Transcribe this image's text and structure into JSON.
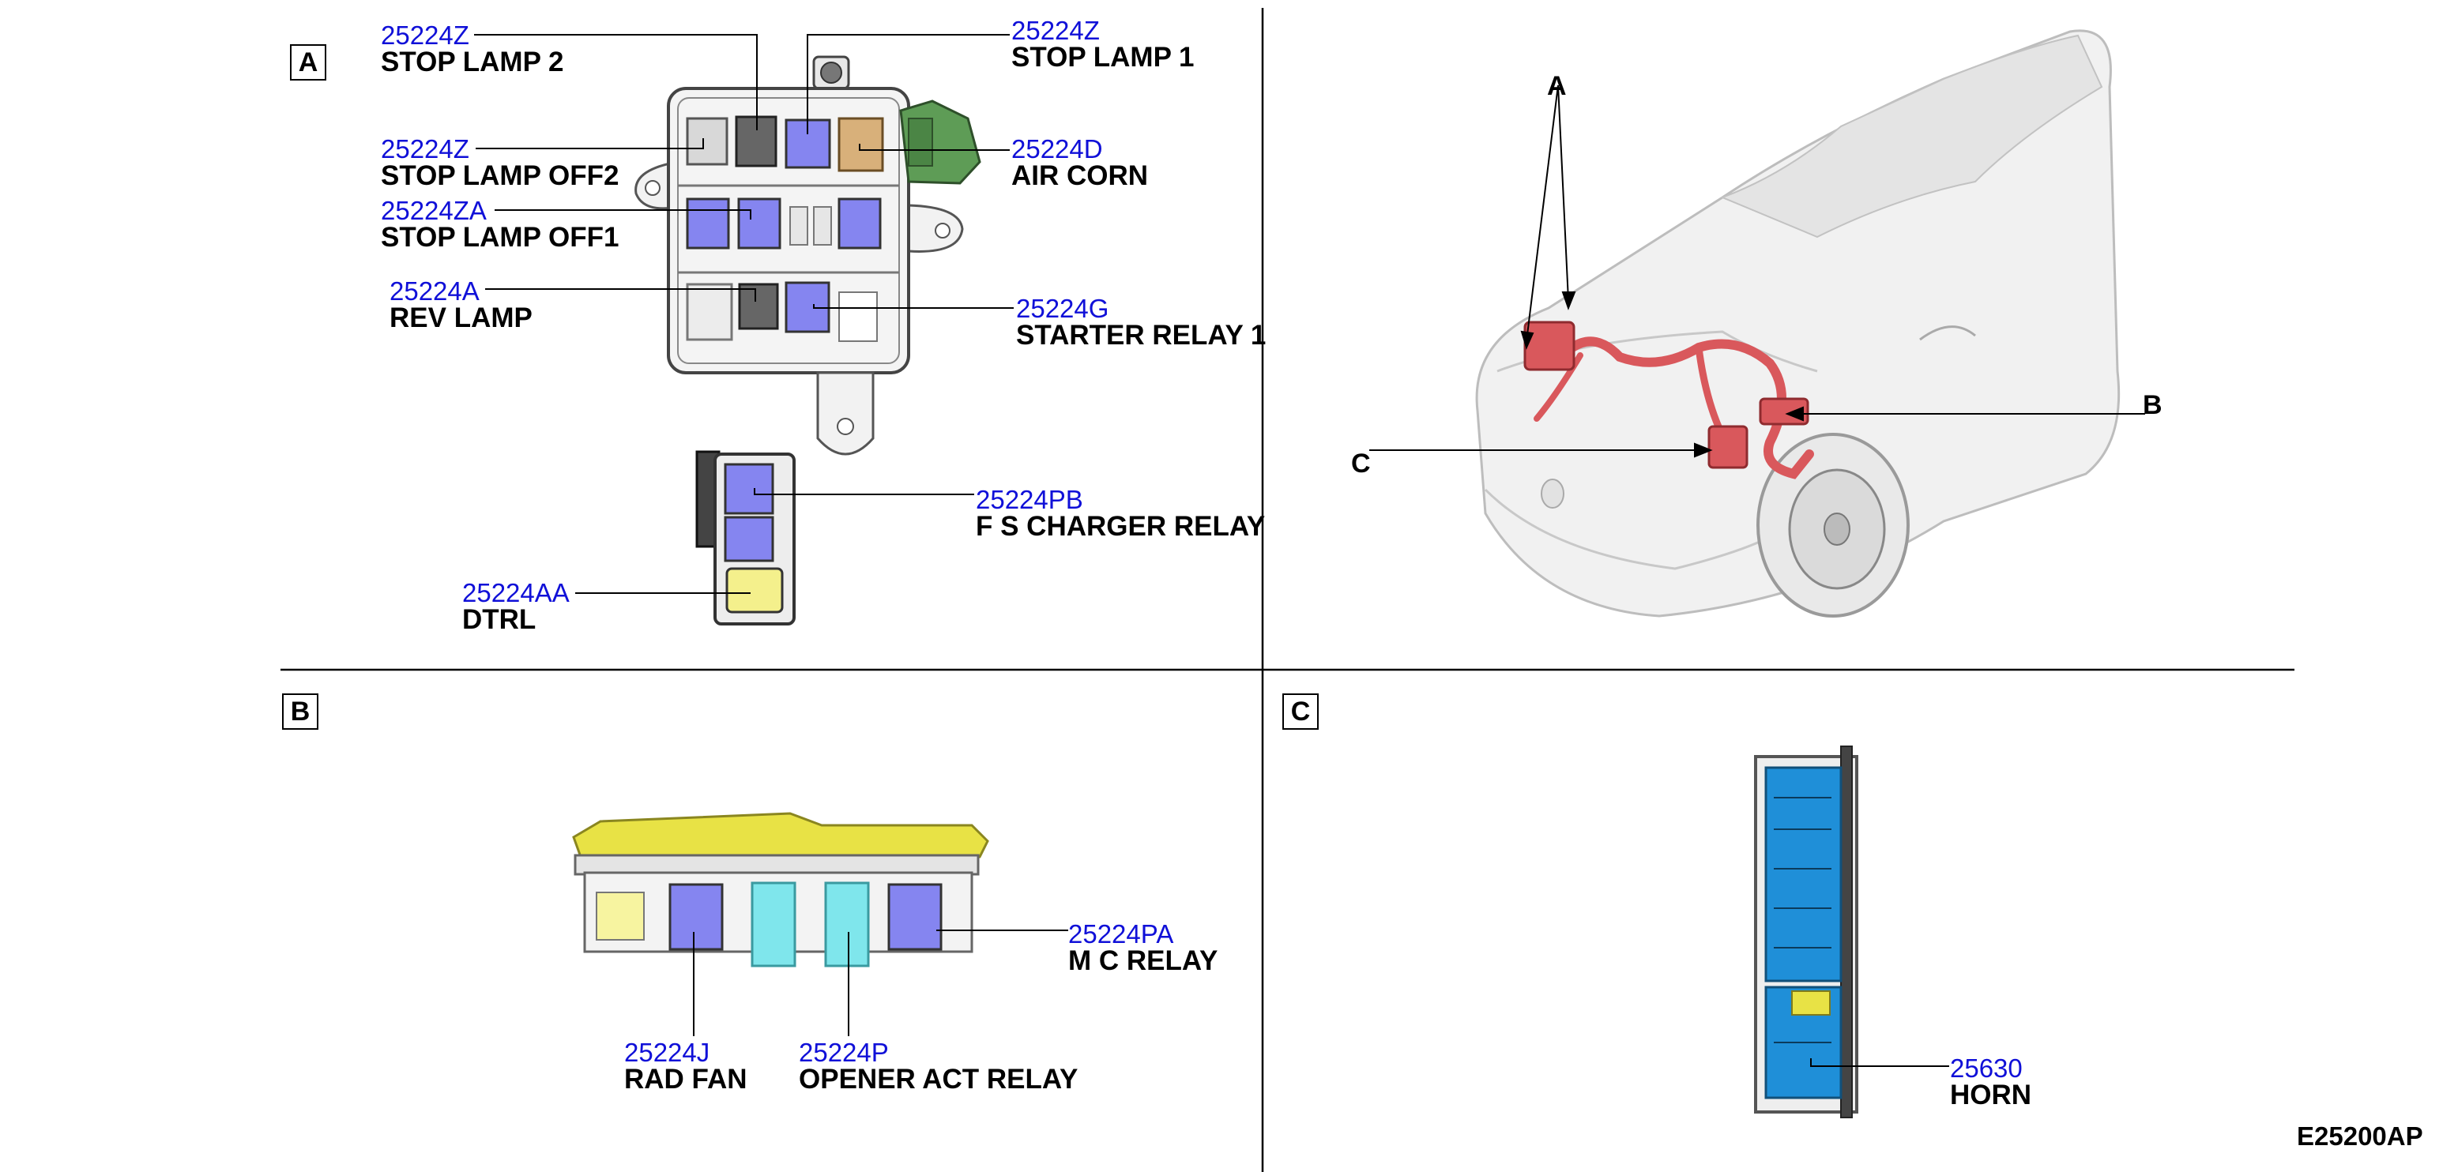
{
  "figure_id": "E25200AP",
  "panels": {
    "a": {
      "label": "A"
    },
    "b": {
      "label": "B"
    },
    "c": {
      "label": "C"
    }
  },
  "vehicle_pointers": {
    "a": "A",
    "b": "B",
    "c": "C"
  },
  "relays_a": [
    {
      "part_no": "25224Z",
      "name": "STOP LAMP 2"
    },
    {
      "part_no": "25224Z",
      "name": "STOP LAMP 1"
    },
    {
      "part_no": "25224Z",
      "name": "STOP LAMP OFF2"
    },
    {
      "part_no": "25224D",
      "name": "AIR CORN"
    },
    {
      "part_no": "25224ZA",
      "name": "STOP LAMP OFF1"
    },
    {
      "part_no": "25224A",
      "name": "REV LAMP"
    },
    {
      "part_no": "25224G",
      "name": "STARTER RELAY 1"
    },
    {
      "part_no": "25224PB",
      "name": "F S CHARGER RELAY"
    },
    {
      "part_no": "25224AA",
      "name": "DTRL"
    }
  ],
  "relays_b": [
    {
      "part_no": "25224PA",
      "name": "M C RELAY"
    },
    {
      "part_no": "25224J",
      "name": "RAD FAN"
    },
    {
      "part_no": "25224P",
      "name": "OPENER ACT RELAY"
    }
  ],
  "relays_c": [
    {
      "part_no": "25630",
      "name": "HORN"
    }
  ],
  "colors": {
    "part_number": "#1010d8",
    "relay_blue": "#8585f0",
    "relay_orange": "#d8b07a",
    "relay_yellow": "#f4f08c",
    "harness": "#d9585c",
    "module_blue": "#1f8fd8",
    "connector_green": "#5e9c56",
    "cover_yellow": "#e8e245",
    "cyan_relay": "#7fe6ec"
  }
}
